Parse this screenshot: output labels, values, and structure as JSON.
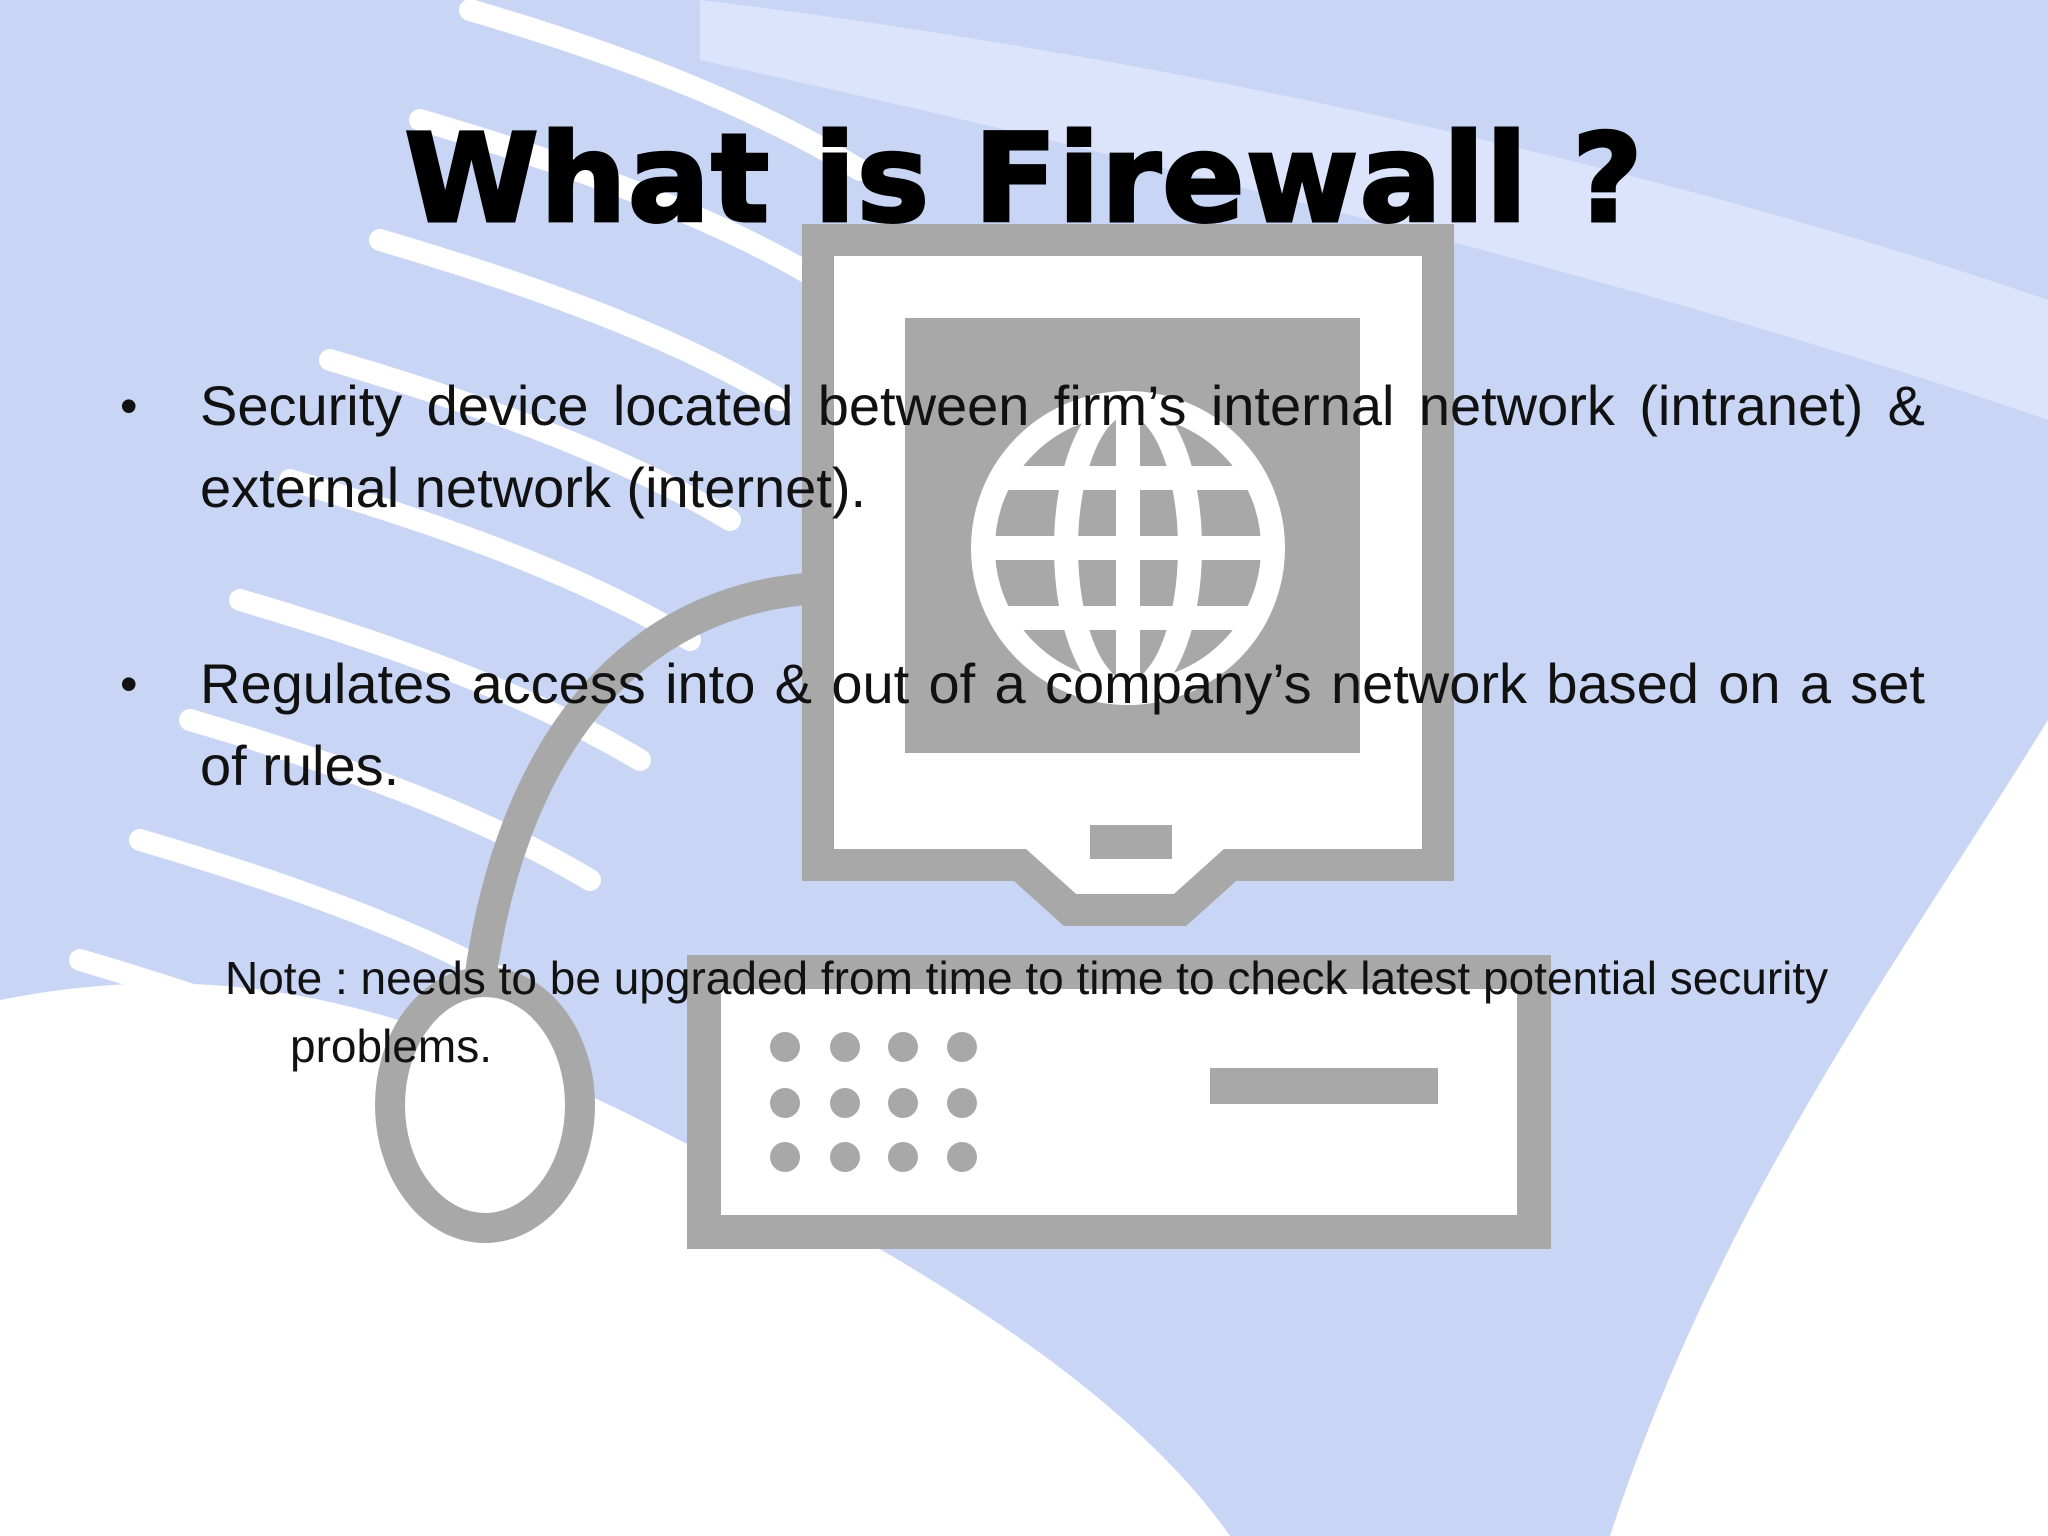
{
  "slide": {
    "title": "What is Firewall ?",
    "bullets": [
      {
        "marker": "•",
        "text": "Security device located between firm’s internal network (intranet) & external network (internet)."
      },
      {
        "marker": "•",
        "text": "Regulates access into & out of a company’s network based on a set of rules."
      }
    ],
    "note": "Note :  needs to be upgraded from time to time to check latest potential security problems."
  },
  "background": {
    "wave_color": "#c9d5f5",
    "computer_clipart_color": "#a8a8a8",
    "icon": "computer-globe-icon"
  }
}
